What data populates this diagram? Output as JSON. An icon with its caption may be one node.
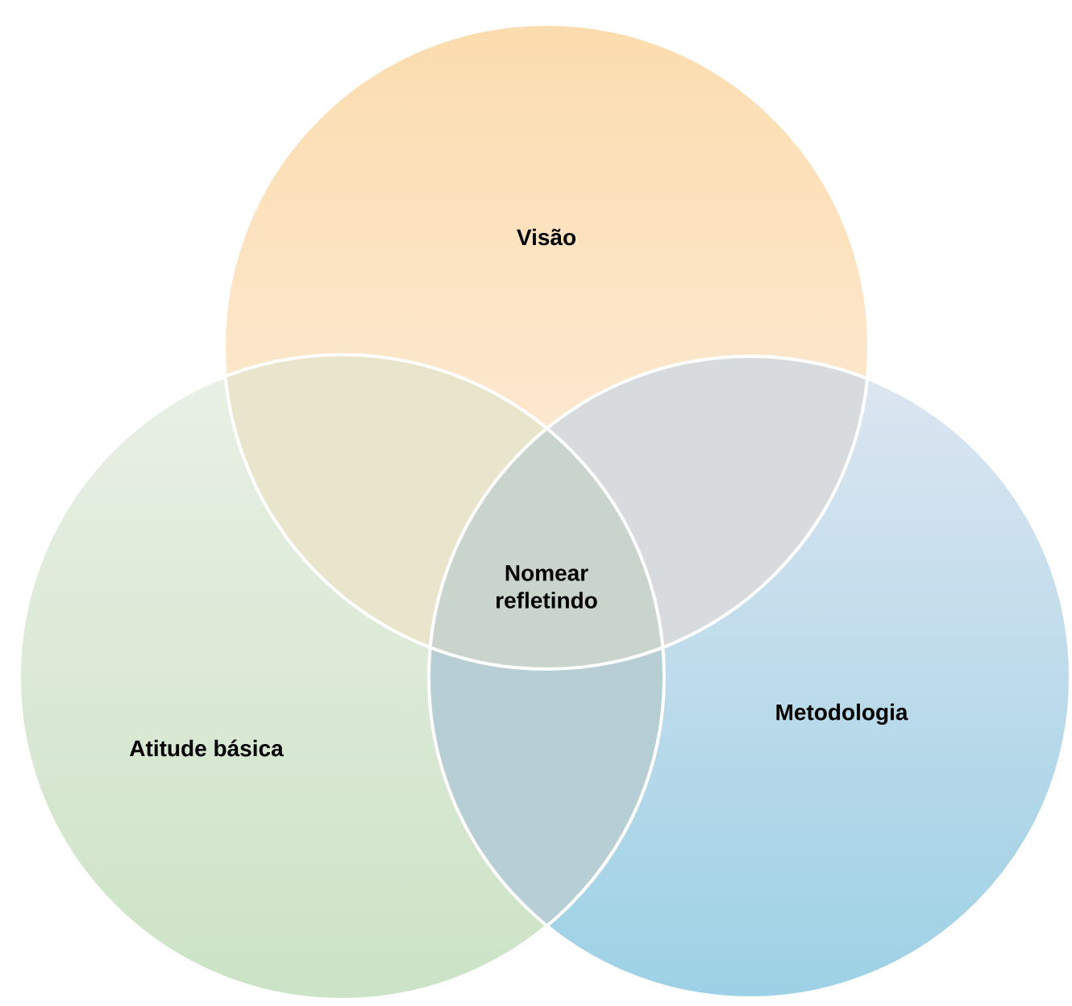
{
  "diagram": {
    "nodes": [
      {
        "text": [
          "Visão"
        ]
      },
      {
        "text": [
          "Atitude básica"
        ]
      },
      {
        "text": [
          "Metodologia"
        ]
      }
    ],
    "labels": [
      "Nomear refletindo"
    ]
  }
}
